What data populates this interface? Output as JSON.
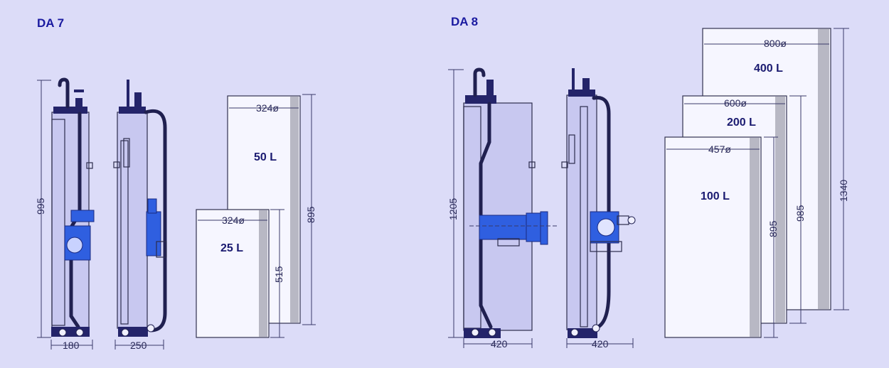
{
  "da7": {
    "title": "DA 7",
    "height_front": "995",
    "width_front": "180",
    "width_side": "250",
    "tank_50": {
      "volume": "50 L",
      "diameter": "324ø",
      "height": "895"
    },
    "tank_25": {
      "volume": "25 L",
      "diameter": "324ø",
      "height": "515"
    }
  },
  "da8": {
    "title": "DA 8",
    "height_front": "1205",
    "width_front": "420",
    "width_side": "420",
    "tank_400": {
      "volume": "400 L",
      "diameter": "800ø",
      "height": "1340"
    },
    "tank_200": {
      "volume": "200 L",
      "diameter": "600ø",
      "height": "985"
    },
    "tank_100": {
      "volume": "100 L",
      "diameter": "457ø",
      "height": "895"
    }
  },
  "colors": {
    "background": "#dcdcf8",
    "accent_blue": "#2f5fe0",
    "title": "#1a1aa0"
  }
}
